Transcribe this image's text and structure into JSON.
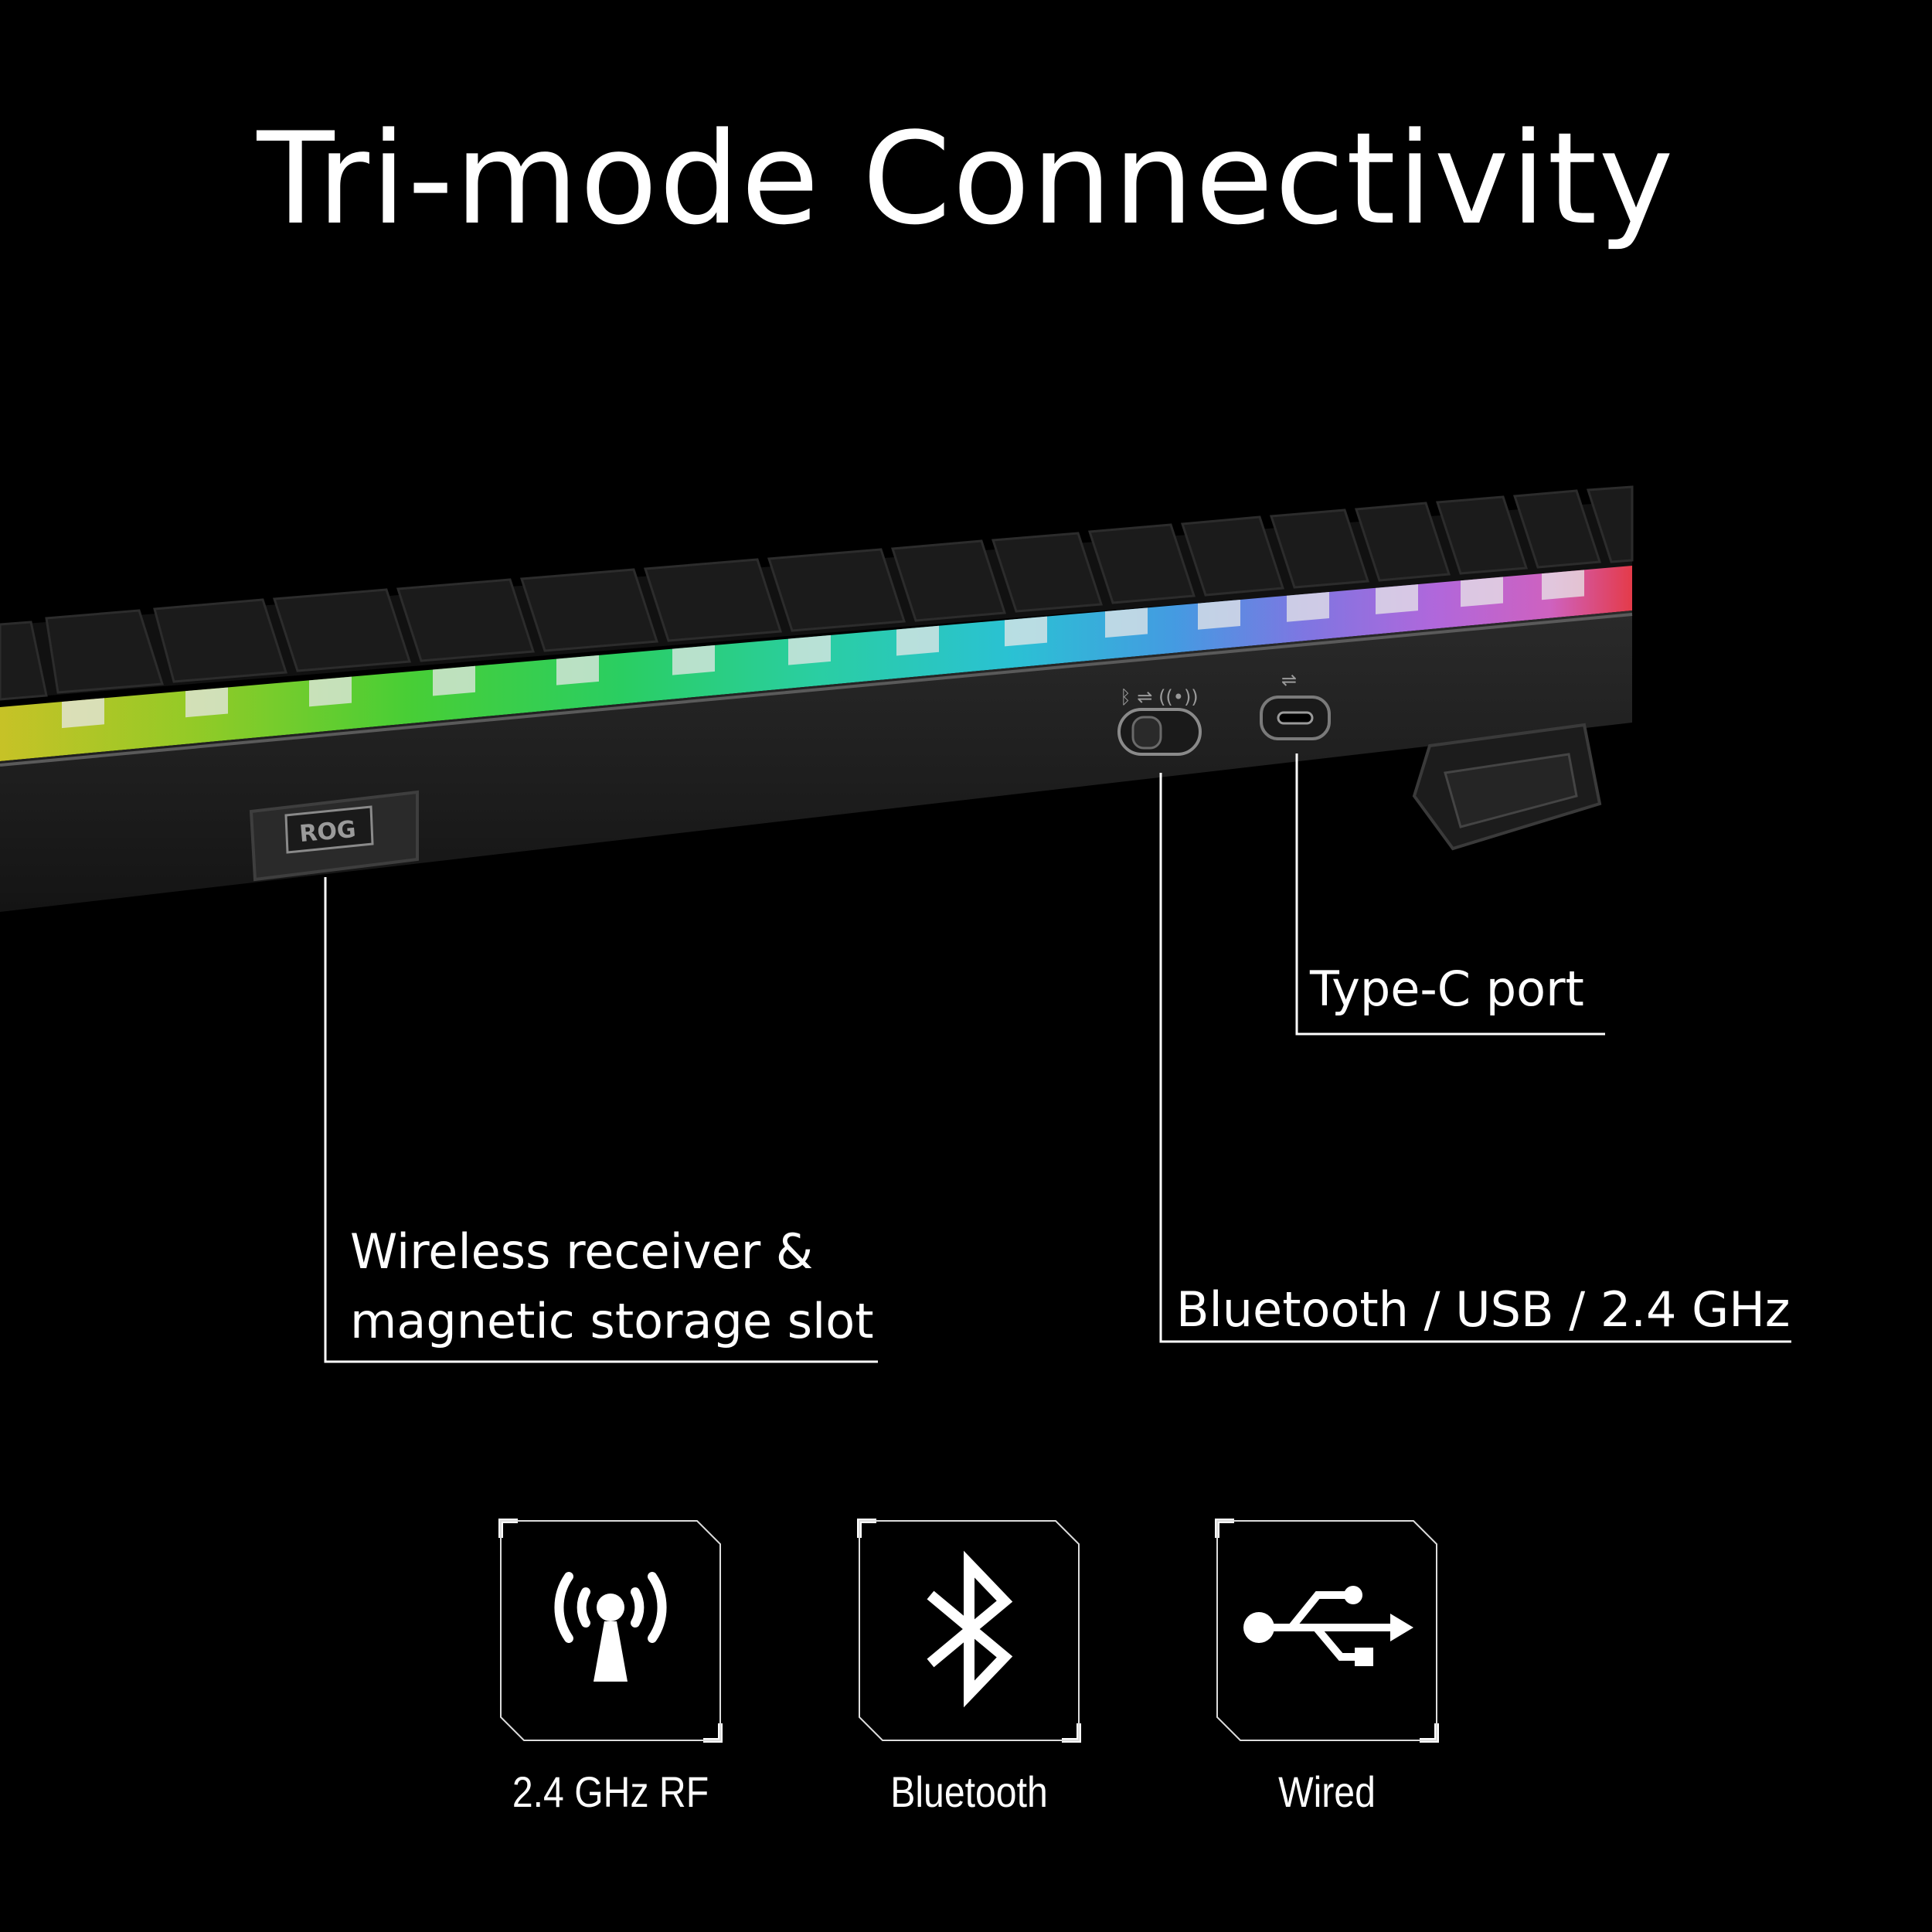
{
  "title": "Tri-mode Connectivity",
  "callouts": {
    "type_c": "Type-C port",
    "mode_switch": "Bluetooth / USB / 2.4 GHz",
    "receiver_line1": "Wireless receiver &",
    "receiver_line2": "magnetic storage slot"
  },
  "keyboard": {
    "logo_text": "ROG",
    "keycap_glow_colors": [
      "#d8d32a",
      "#b4e02a",
      "#6ee02a",
      "#2ee04a",
      "#2ee06e",
      "#2ee6a0",
      "#2ee0c8",
      "#2ed4e0",
      "#2ec0f0",
      "#4aa8f5",
      "#7a8cf5",
      "#9a7af5",
      "#b070f0",
      "#c86ae8",
      "#e06adc",
      "#f05a9a",
      "#f84050"
    ],
    "switch_icons": [
      "bluetooth-icon",
      "usb-icon",
      "wireless-icon"
    ]
  },
  "modes": [
    {
      "label": "2.4 GHz RF",
      "icon": "antenna-signal-icon"
    },
    {
      "label": "Bluetooth",
      "icon": "bluetooth-icon"
    },
    {
      "label": "Wired",
      "icon": "usb-icon"
    }
  ],
  "colors": {
    "background": "#000000",
    "text": "#ffffff",
    "leader_line": "#ffffff",
    "keyboard_body": "#1e1e1e"
  }
}
